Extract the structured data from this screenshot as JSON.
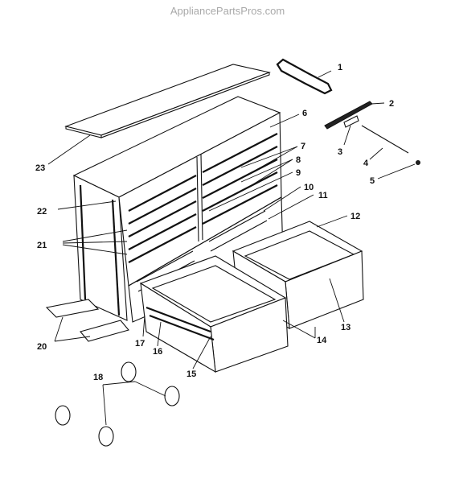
{
  "header": {
    "watermark": "AppliancePartsPros.com"
  },
  "diagram": {
    "callouts": [
      "1",
      "2",
      "3",
      "4",
      "5",
      "6",
      "7",
      "8",
      "9",
      "10",
      "11",
      "12",
      "13",
      "14",
      "15",
      "16",
      "17",
      "18",
      "20",
      "21",
      "22",
      "23"
    ]
  }
}
